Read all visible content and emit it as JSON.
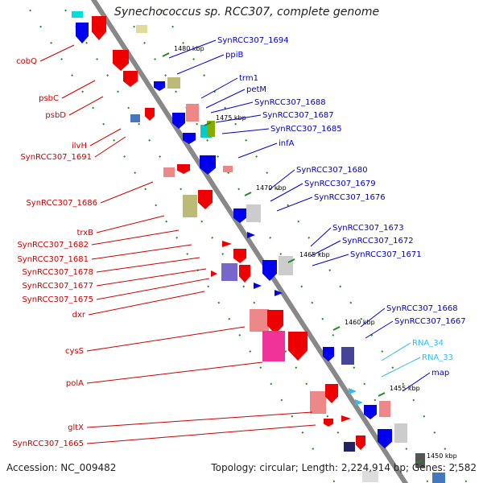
{
  "title": "Synechococcus sp. RCC307, complete genome",
  "accession": "Accession: NC_009482",
  "topology_summary": "Topology: circular; Length: 2,224,914 bp; Genes: 2,582",
  "colors": {
    "forward_gene_label": "#0000cc",
    "reverse_gene_label": "#cc0000",
    "rna_label": "#33bbee",
    "backbone": "#888888",
    "tick_dots": "#228822"
  },
  "position_markers": [
    "1480 kbp",
    "1475 kbp",
    "1470 kbp",
    "1465 kbp",
    "1460 kbp",
    "1455 kbp",
    "1450 kbp"
  ],
  "right_labels": [
    {
      "text": "SynRCC307_1694",
      "kind": "forward"
    },
    {
      "text": "ppiB",
      "kind": "forward"
    },
    {
      "text": "trm1",
      "kind": "forward"
    },
    {
      "text": "petM",
      "kind": "forward"
    },
    {
      "text": "SynRCC307_1688",
      "kind": "forward"
    },
    {
      "text": "SynRCC307_1687",
      "kind": "forward"
    },
    {
      "text": "SynRCC307_1685",
      "kind": "forward"
    },
    {
      "text": "infA",
      "kind": "forward"
    },
    {
      "text": "SynRCC307_1680",
      "kind": "forward"
    },
    {
      "text": "SynRCC307_1679",
      "kind": "forward"
    },
    {
      "text": "SynRCC307_1676",
      "kind": "forward"
    },
    {
      "text": "SynRCC307_1673",
      "kind": "forward"
    },
    {
      "text": "SynRCC307_1672",
      "kind": "forward"
    },
    {
      "text": "SynRCC307_1671",
      "kind": "forward"
    },
    {
      "text": "SynRCC307_1668",
      "kind": "forward"
    },
    {
      "text": "SynRCC307_1667",
      "kind": "forward"
    },
    {
      "text": "RNA_34",
      "kind": "rna"
    },
    {
      "text": "RNA_33",
      "kind": "rna"
    },
    {
      "text": "map",
      "kind": "forward"
    }
  ],
  "left_labels": [
    {
      "text": "cobQ"
    },
    {
      "text": "psbC"
    },
    {
      "text": "psbD"
    },
    {
      "text": "ilvH"
    },
    {
      "text": "SynRCC307_1691"
    },
    {
      "text": "SynRCC307_1686"
    },
    {
      "text": "trxB"
    },
    {
      "text": "SynRCC307_1682"
    },
    {
      "text": "SynRCC307_1681"
    },
    {
      "text": "SynRCC307_1678"
    },
    {
      "text": "SynRCC307_1677"
    },
    {
      "text": "SynRCC307_1675"
    },
    {
      "text": "dxr"
    },
    {
      "text": "cysS"
    },
    {
      "text": "polA"
    },
    {
      "text": "gltX"
    },
    {
      "text": "SynRCC307_1665"
    }
  ]
}
